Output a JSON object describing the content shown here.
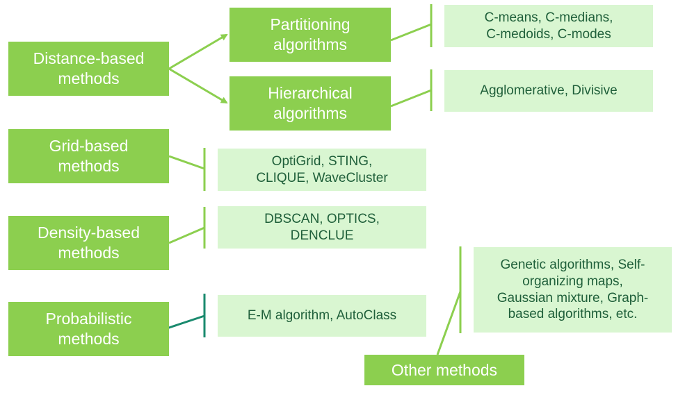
{
  "colors": {
    "main_box": "#8ccf4f",
    "main_text": "#ffffff",
    "leaf_box": "#d9f6d1",
    "leaf_text": "#1f5f3a",
    "connector": "#8ccf4f",
    "connector_dark": "#1a8a6e"
  },
  "nodes": {
    "distance": "Distance-based\nmethods",
    "partitioning": "Partitioning\nalgorithms",
    "hierarchical": "Hierarchical\nalgorithms",
    "grid": "Grid-based\nmethods",
    "density": "Density-based\nmethods",
    "probabilistic": "Probabilistic\nmethods",
    "other": "Other methods"
  },
  "leaves": {
    "partitioning": "C-means, C-medians,\nC-medoids, C-modes",
    "hierarchical": "Agglomerative, Divisive",
    "grid": "OptiGrid, STING,\nCLIQUE, WaveCluster",
    "density": "DBSCAN, OPTICS,\nDENCLUE",
    "probabilistic": "E-M algorithm, AutoClass",
    "other": "Genetic algorithms, Self-\norganizing maps,\nGaussian mixture, Graph-\nbased algorithms, etc."
  }
}
